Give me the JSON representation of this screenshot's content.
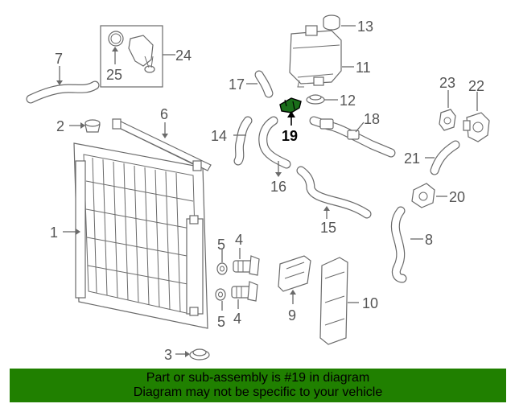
{
  "callouts": {
    "c1": "1",
    "c2": "2",
    "c3": "3",
    "c4a": "4",
    "c4b": "4",
    "c5a": "5",
    "c5b": "5",
    "c6": "6",
    "c7": "7",
    "c8": "8",
    "c9": "9",
    "c10": "10",
    "c11": "11",
    "c12": "12",
    "c13": "13",
    "c14": "14",
    "c15": "15",
    "c16": "16",
    "c17": "17",
    "c18": "18",
    "c19": "19",
    "c20": "20",
    "c21": "21",
    "c22": "22",
    "c23": "23",
    "c24": "24",
    "c25": "25"
  },
  "highlight": {
    "part_number": "19",
    "color": "#208000"
  },
  "banner": {
    "line1": "Part or sub-assembly is #19 in diagram",
    "line2": "Diagram may not be specific to your vehicle",
    "background": "#208000"
  }
}
